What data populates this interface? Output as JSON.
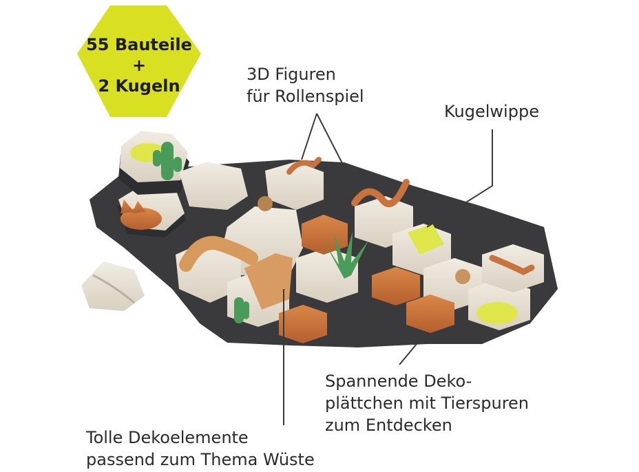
{
  "badge": {
    "lines": [
      "55 Bauteile",
      "+",
      "2 Kugeln"
    ],
    "color": "#d9e021"
  },
  "callouts": {
    "figures": {
      "lines": [
        "3D Figuren",
        "für Rollenspiel"
      ]
    },
    "seesaw": {
      "lines": [
        "Kugelwippe"
      ]
    },
    "tiles": {
      "lines": [
        "Spannende Deko-",
        "plättchen mit Tierspuren",
        "zum Entdecken"
      ]
    },
    "decor": {
      "lines": [
        "Tolle Dekoelemente",
        "passend zum Thema Wüste"
      ]
    }
  },
  "colors": {
    "tile": "#e9e3d6",
    "tile_shadow": "#b9b2a4",
    "base": "#3a3a3c",
    "terracotta": "#c8723d",
    "cactus": "#4a9a5a",
    "lime": "#dfe64a"
  }
}
